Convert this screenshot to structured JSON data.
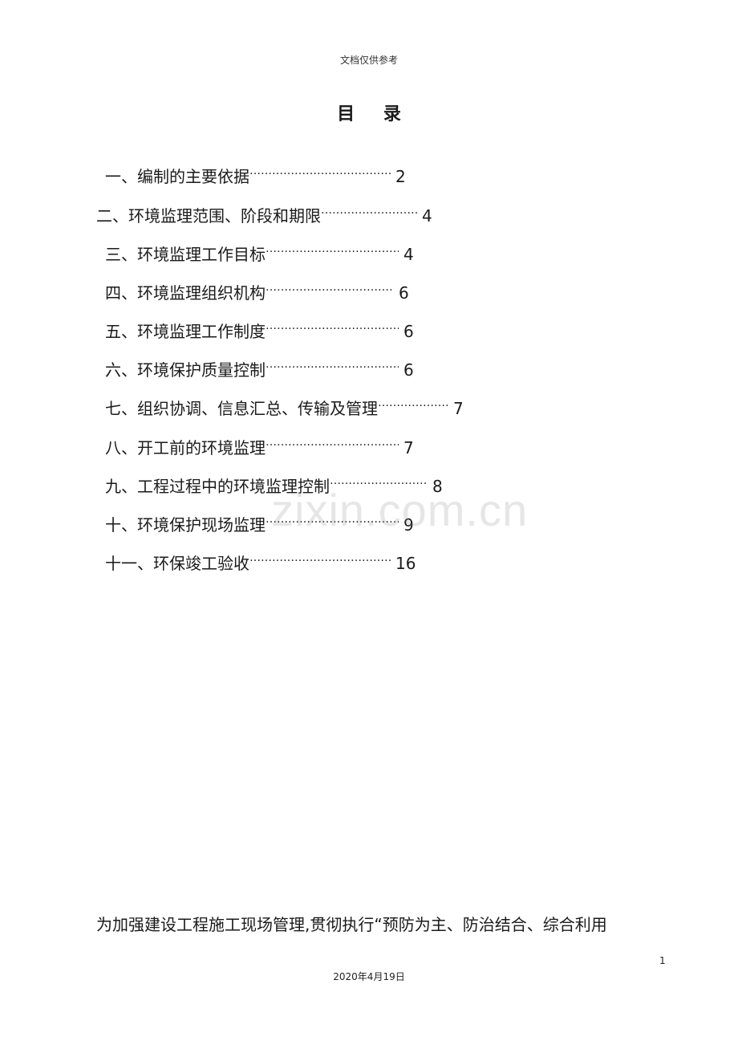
{
  "header_note": "文档仅供参考",
  "toc": {
    "title": "目 录",
    "entries": [
      {
        "num": "一、",
        "text": "编制的主要依据",
        "page": "2"
      },
      {
        "num": "二、",
        "text": "环境监理范围、阶段和期限",
        "page": "4"
      },
      {
        "num": "三、",
        "text": "环境监理工作目标",
        "page": "4"
      },
      {
        "num": "四、",
        "text": " 环境监理组织机构",
        "page": "6"
      },
      {
        "num": "五、",
        "text": "环境监理工作制度",
        "page": "6"
      },
      {
        "num": "六、",
        "text": "环境保护质量控制",
        "page": "6"
      },
      {
        "num": "七、",
        "text": "组织协调、信息汇总、传输及管理",
        "page": "7"
      },
      {
        "num": "八、",
        "text": "开工前的环境监理",
        "page": "7"
      },
      {
        "num": "九、",
        "text": "工程过程中的环境监理控制",
        "page": "8"
      },
      {
        "num": "十、",
        "text": "环境保护现场监理",
        "page": "9"
      },
      {
        "num": "十一、",
        "text": "环保竣工验收",
        "page": "16"
      }
    ]
  },
  "watermark": "zixin.com.cn",
  "body_text": "为加强建设工程施工现场管理,贯彻执行“预防为主、防治结合、综合利用",
  "page_number": "1",
  "footer_date": "2020年4月19日"
}
